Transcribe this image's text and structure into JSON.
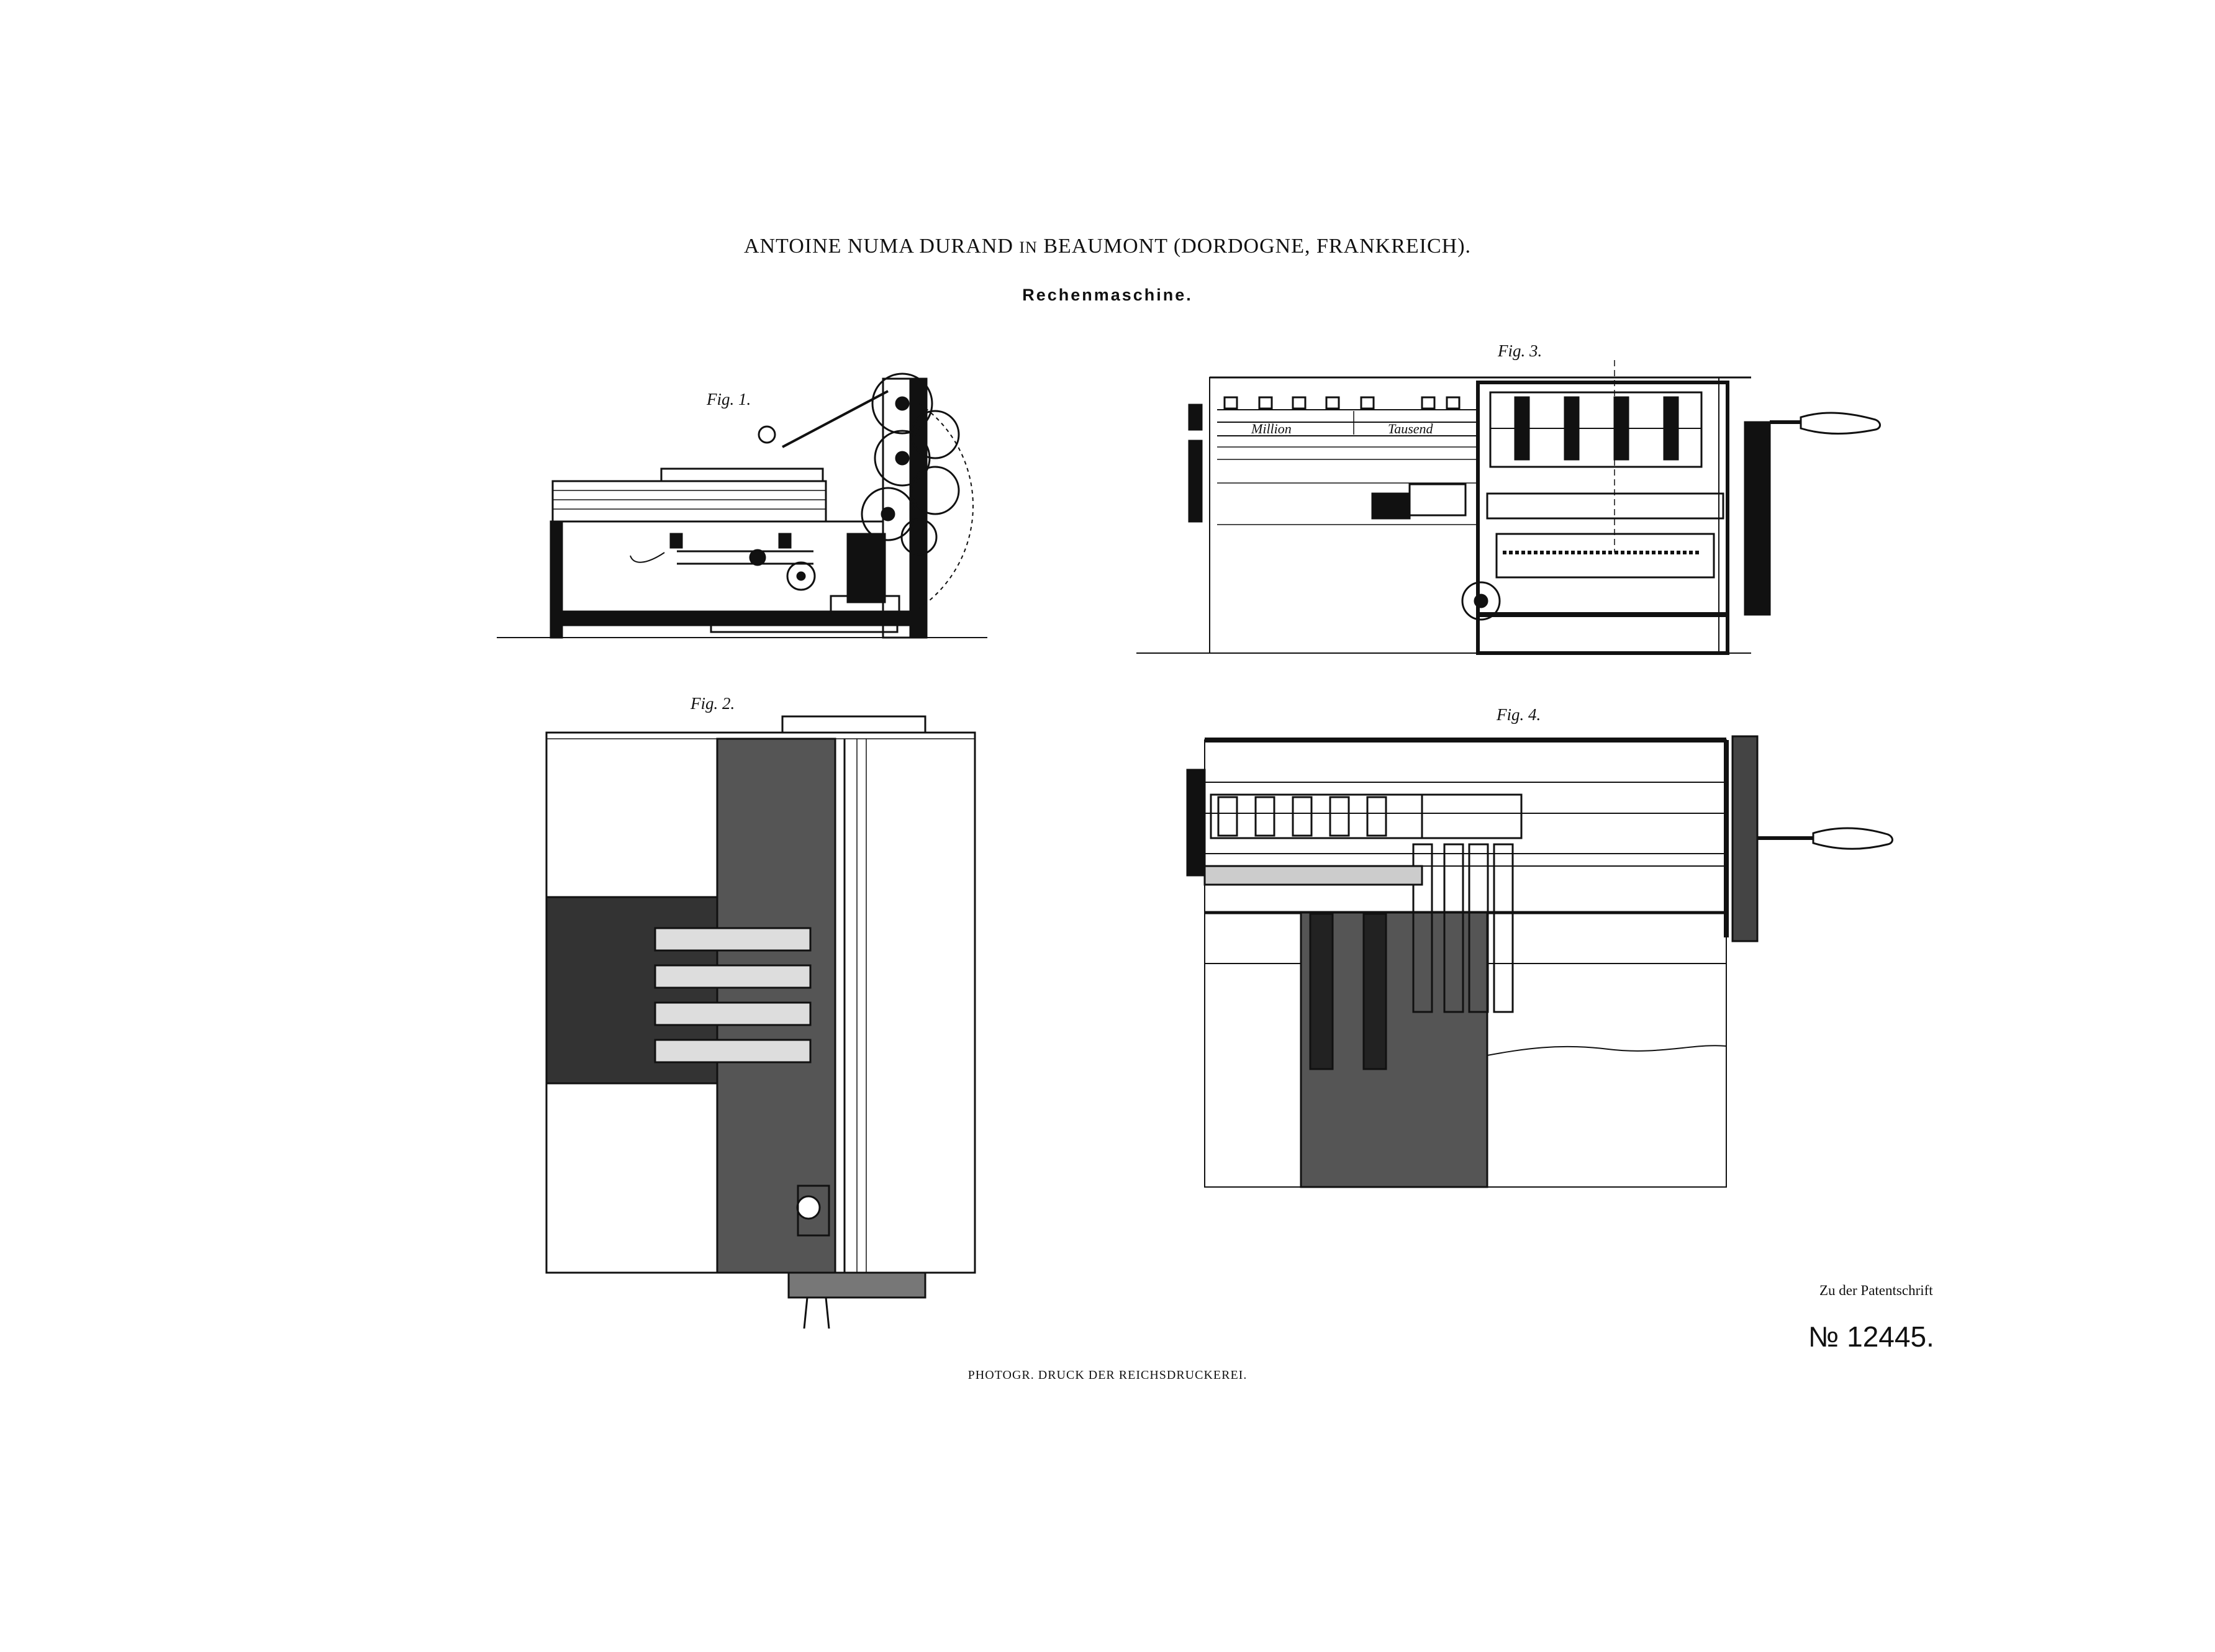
{
  "header": {
    "title_name": "ANTOINE NUMA DURAND",
    "title_in": "IN",
    "title_place": "BEAUMONT",
    "title_region": "(DORDOGNE, FRANKREICH).",
    "subtitle": "Rechenmaschine."
  },
  "figures": {
    "fig1": "Fig. 1.",
    "fig2": "Fig. 2.",
    "fig3": "Fig. 3.",
    "fig4": "Fig. 4."
  },
  "fig3_labels": {
    "million": "Million",
    "tausend": "Tausend"
  },
  "footer": {
    "reference": "Zu der Patentschrift",
    "patent_number": "№ 12445.",
    "printer": "PHOTOGR. DRUCK DER REICHSDRUCKEREI."
  },
  "colors": {
    "ink": "#111111",
    "paper": "#ffffff"
  }
}
